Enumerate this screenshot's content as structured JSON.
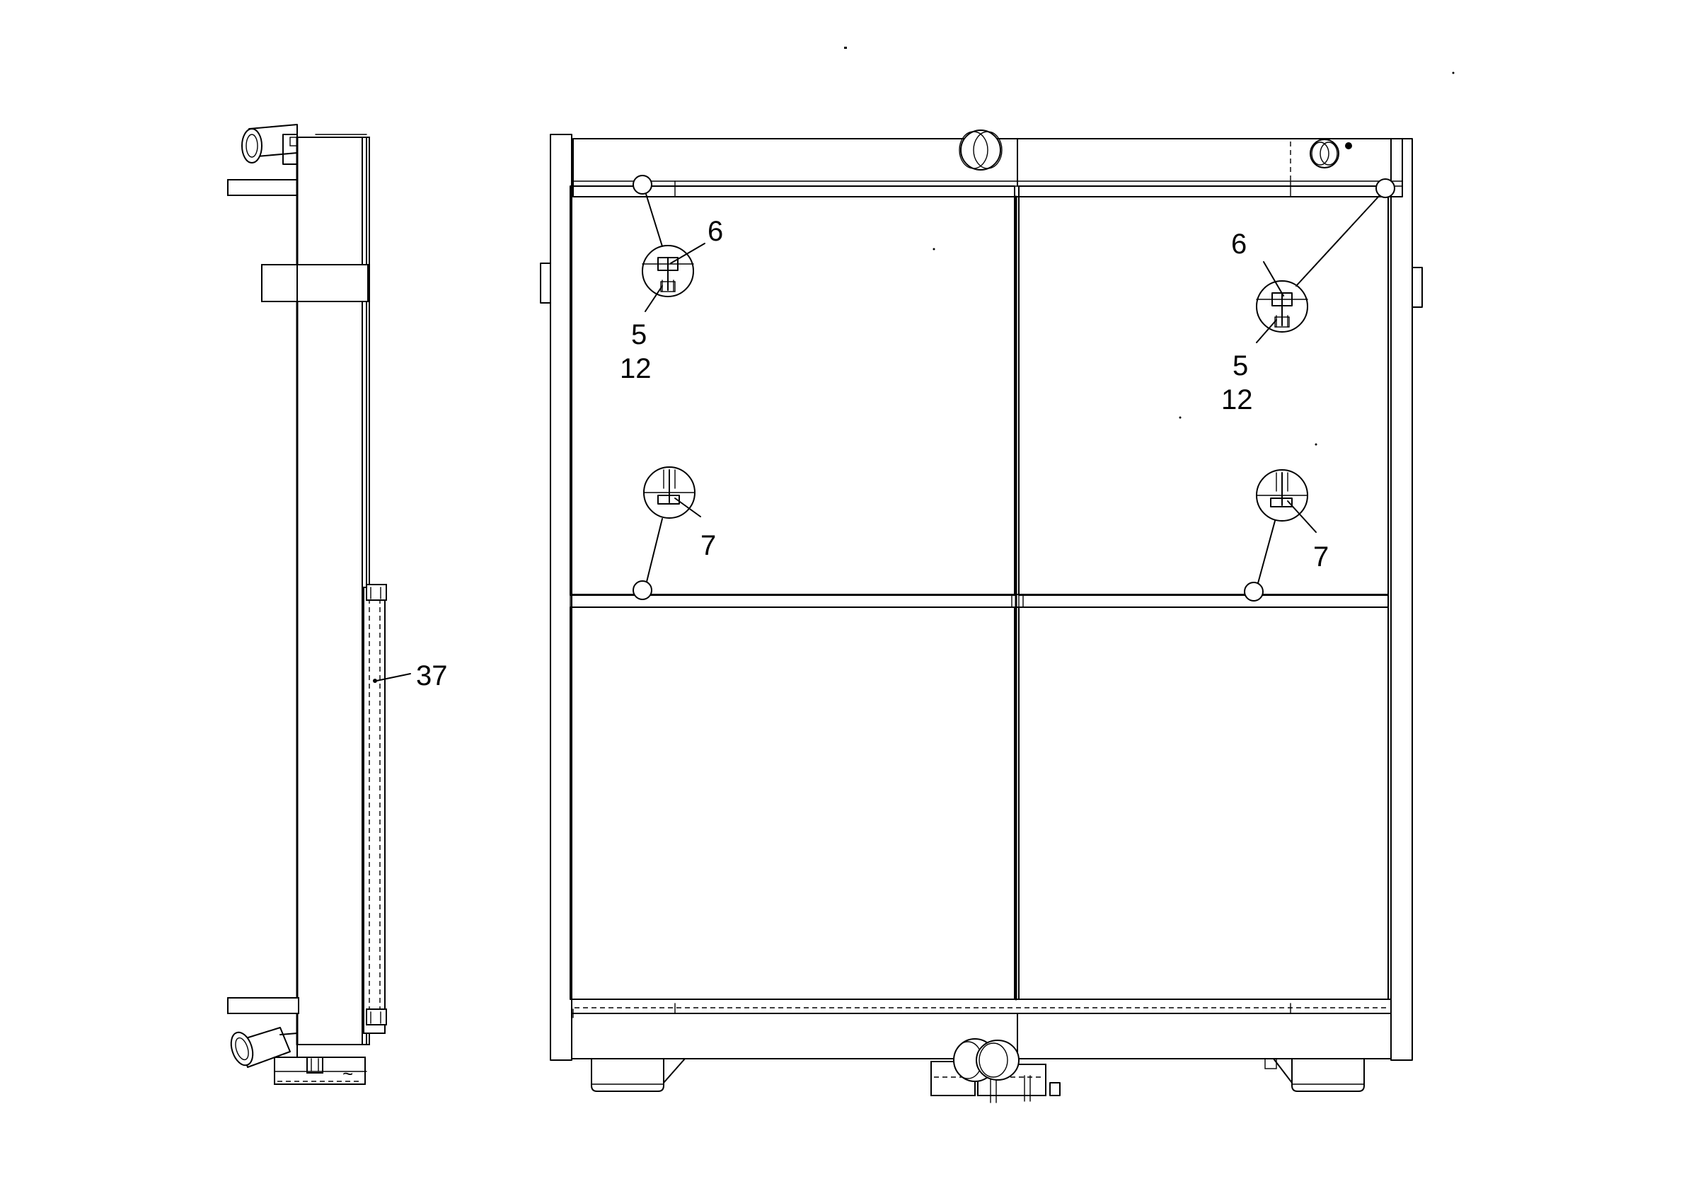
{
  "callouts": {
    "upper_left_top": "6",
    "upper_left_mid": "5",
    "upper_left_bottom": "12",
    "upper_right_top": "6",
    "upper_right_mid": "5",
    "upper_right_bottom": "12",
    "lower_left": "7",
    "lower_right": "7",
    "side_view": "37"
  },
  "symbols": {
    "tilde_mark": "~"
  }
}
